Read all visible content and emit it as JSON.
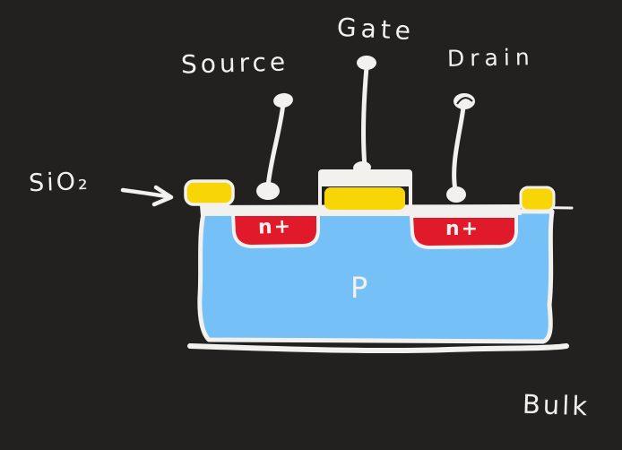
{
  "diagram": {
    "labels": {
      "source": "Source",
      "gate": "Gate",
      "drain": "Drain",
      "oxide": "SiO₂",
      "bulk": "Bulk",
      "substrate": "P",
      "source_region": "n+",
      "drain_region": "n+"
    },
    "colors": {
      "background": "#222120",
      "ink": "#f2f1ee",
      "oxide_yellow": "#f8d506",
      "nplus_red": "#e0192b",
      "substrate_blue": "#74c0f7"
    }
  }
}
